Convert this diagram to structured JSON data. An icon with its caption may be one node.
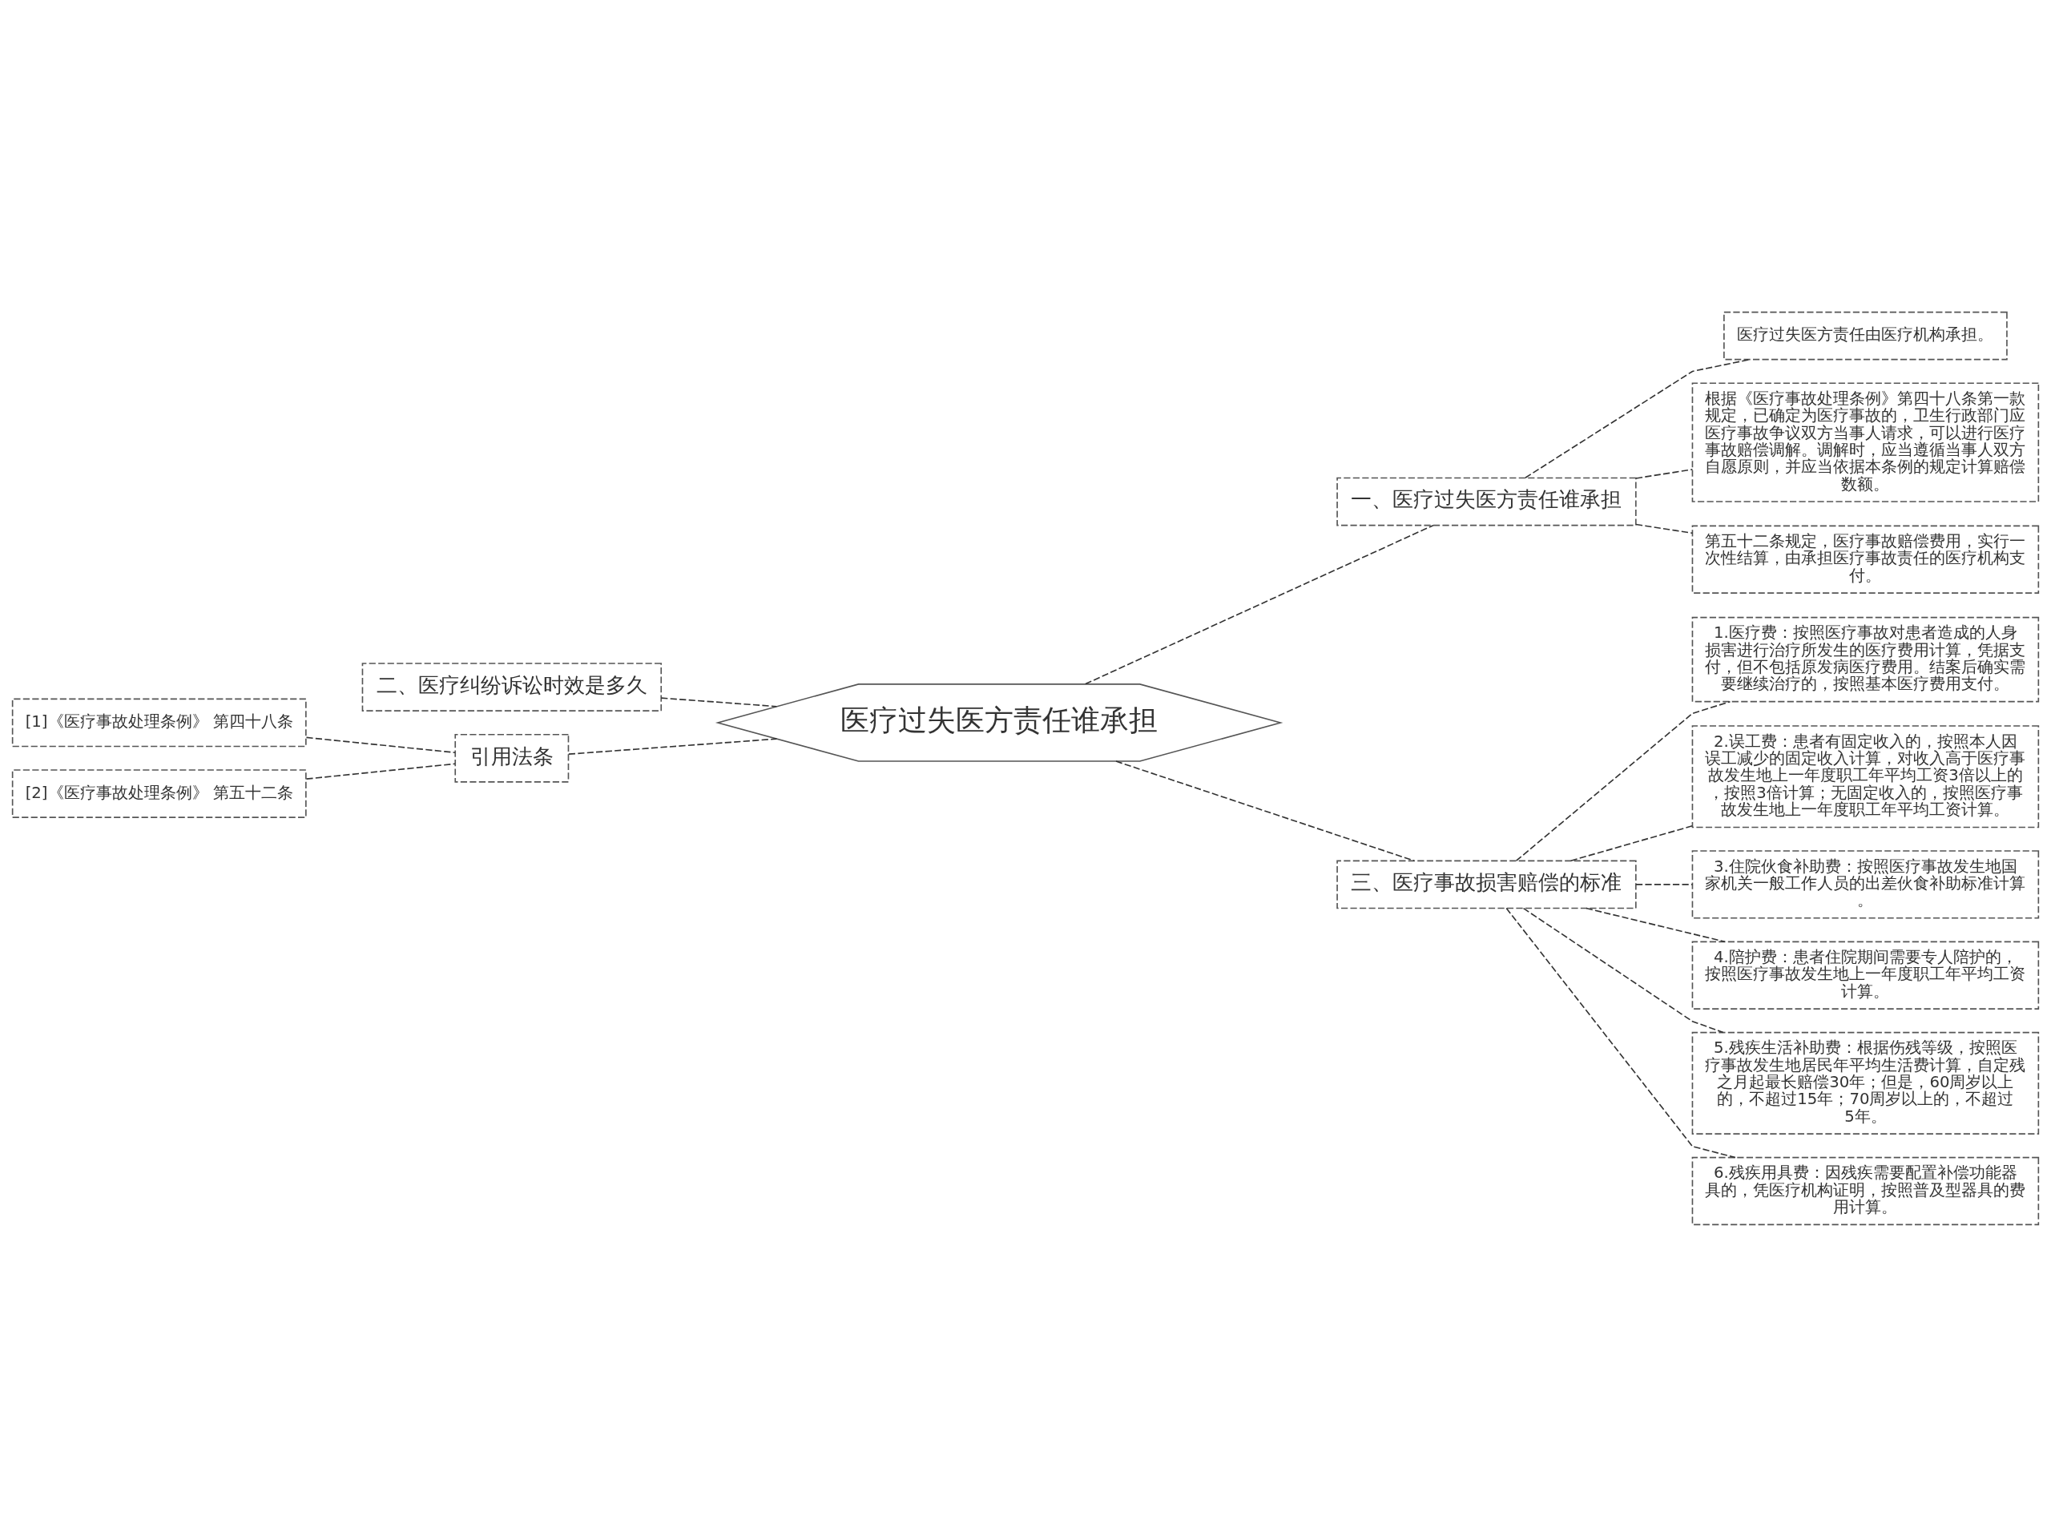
{
  "diagram": {
    "nodes": [
      {
        "text": [
          "医疗过失医方责任谁承担"
        ]
      },
      {
        "text": [
          "一、医疗过失医方责任谁承担"
        ]
      },
      {
        "text": [
          "医疗过失医方责任由医疗机构承担。"
        ]
      },
      {
        "text": [
          "根据《医疗事故处理条例》第四十八条第一款规定，已确定为医疗事故的，卫生行政部门应医疗事故争议双方当事人请求，可以进行医疗事故赔偿调解。调解时，应当遵循当事人双方自愿原则，并应当依据本条例的规定计算赔偿数额。"
        ]
      },
      {
        "text": [
          "第五十二条规定，医疗事故赔偿费用，实行一次性结算，由承担医疗事故责任的医疗机构支付。"
        ]
      },
      {
        "text": [
          "三、医疗事故损害赔偿的标准"
        ]
      },
      {
        "text": [
          "1.医疗费：按照医疗事故对患者造成的人身损害进行治疗所发生的医疗费用计算，凭据支付，但不包括原发病医疗费用。结案后确实需要继续治疗的，按照基本医疗费用支付。"
        ]
      },
      {
        "text": [
          "2.误工费：患者有固定收入的，按照本人因误工减少的固定收入计算，对收入高于医疗事故发生地上一年度职工年平均工资3倍以上的，按照3倍计算；无固定收入的，按照医疗事故发生地上一年度职工年平均工资计算。"
        ]
      },
      {
        "text": [
          "3.住院伙食补助费：按照医疗事故发生地国家机关一般工作人员的出差伙食补助标准计算。"
        ]
      },
      {
        "text": [
          "4.陪护费：患者住院期间需要专人陪护的，按照医疗事故发生地上一年度职工年平均工资计算。"
        ]
      },
      {
        "text": [
          "5.残疾生活补助费：根据伤残等级，按照医疗事故发生地居民年平均生活费计算，自定残之月起最长赔偿30年；但是，60周岁以上的，不超过15年；70周岁以上的，不超过5年。"
        ]
      },
      {
        "text": [
          "6.残疾用具费：因残疾需要配置补偿功能器具的，凭医疗机构证明，按照普及型器具的费用计算。"
        ]
      },
      {
        "text": [
          "二、医疗纠纷诉讼时效是多久"
        ]
      },
      {
        "text": [
          "引用法条"
        ]
      },
      {
        "text": [
          "[1]《医疗事故处理条例》 第四十八条"
        ]
      },
      {
        "text": [
          "[2]《医疗事故处理条例》 第五十二条"
        ]
      }
    ],
    "edges": [
      {
        "from": 0,
        "to": 1,
        "arrow": "none"
      },
      {
        "from": 1,
        "to": 2,
        "arrow": "none"
      },
      {
        "from": 1,
        "to": 3,
        "arrow": "none"
      },
      {
        "from": 1,
        "to": 4,
        "arrow": "none"
      },
      {
        "from": 0,
        "to": 5,
        "arrow": "none"
      },
      {
        "from": 5,
        "to": 6,
        "arrow": "none"
      },
      {
        "from": 5,
        "to": 7,
        "arrow": "none"
      },
      {
        "from": 5,
        "to": 8,
        "arrow": "none"
      },
      {
        "from": 5,
        "to": 9,
        "arrow": "none"
      },
      {
        "from": 5,
        "to": 10,
        "arrow": "none"
      },
      {
        "from": 5,
        "to": 11,
        "arrow": "none"
      },
      {
        "from": 0,
        "to": 12,
        "arrow": "none"
      },
      {
        "from": 0,
        "to": 13,
        "arrow": "none"
      },
      {
        "from": 13,
        "to": 14,
        "arrow": "none"
      },
      {
        "from": 13,
        "to": 15,
        "arrow": "none"
      }
    ]
  }
}
